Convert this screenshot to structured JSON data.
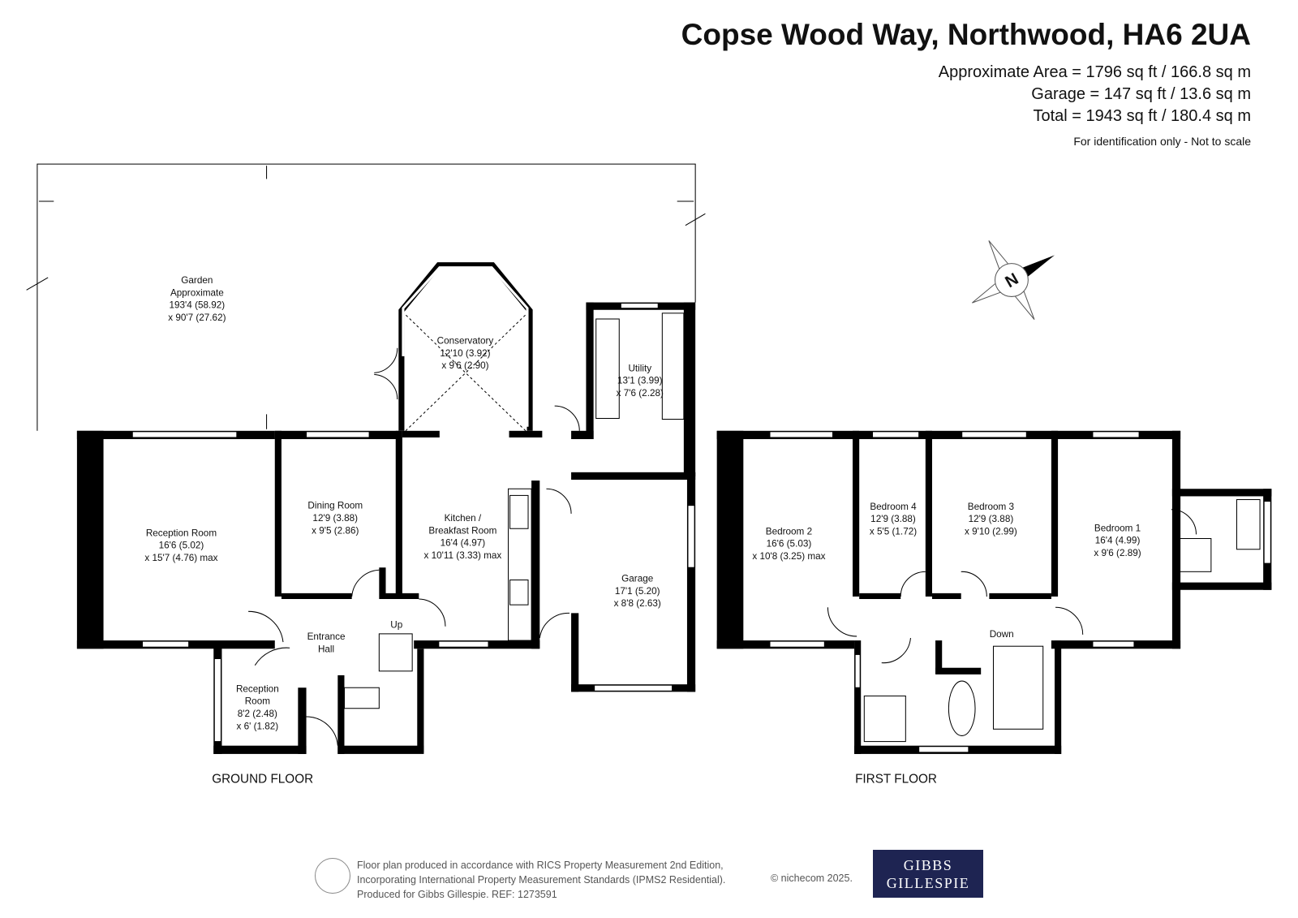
{
  "header": {
    "title": "Copse Wood Way, Northwood, HA6 2UA",
    "areas": [
      "Approximate Area = 1796 sq ft / 166.8 sq m",
      "Garage = 147 sq ft / 13.6 sq m",
      "Total = 1943 sq ft / 180.4 sq m"
    ],
    "note": "For identification only - Not to scale"
  },
  "compass": {
    "label": "N"
  },
  "ground_floor": {
    "label": "GROUND FLOOR",
    "rooms": {
      "garden": [
        "Garden",
        "Approximate",
        "193'4 (58.92)",
        "x 90'7 (27.62)"
      ],
      "conservatory": [
        "Conservatory",
        "12'10 (3.92)",
        "x 9'6 (2.90)"
      ],
      "utility": [
        "Utility",
        "13'1 (3.99)",
        "x 7'6 (2.28)"
      ],
      "reception": [
        "Reception Room",
        "16'6 (5.02)",
        "x 15'7 (4.76) max"
      ],
      "dining": [
        "Dining  Room",
        "12'9 (3.88)",
        "x 9'5 (2.86)"
      ],
      "kitchen": [
        "Kitchen /",
        "Breakfast Room",
        "16'4 (4.97)",
        "x 10'11 (3.33) max"
      ],
      "garage": [
        "Garage",
        "17'1 (5.20)",
        "x 8'8 (2.63)"
      ],
      "hall": [
        "Entrance",
        "Hall"
      ],
      "up": "Up",
      "reception2": [
        "Reception",
        "Room",
        "8'2 (2.48)",
        "x 6' (1.82)"
      ]
    }
  },
  "first_floor": {
    "label": "FIRST FLOOR",
    "rooms": {
      "bedroom2": [
        "Bedroom 2",
        "16'6 (5.03)",
        "x 10'8 (3.25) max"
      ],
      "bedroom4": [
        "Bedroom 4",
        "12'9 (3.88)",
        "x 5'5 (1.72)"
      ],
      "bedroom3": [
        "Bedroom 3",
        "12'9 (3.88)",
        "x 9'10 (2.99)"
      ],
      "bedroom1": [
        "Bedroom 1",
        "16'4 (4.99)",
        "x 9'6 (2.89)"
      ],
      "down": "Down"
    }
  },
  "footer": {
    "lines": [
      "Floor plan produced in accordance with RICS Property Measurement 2nd Edition,",
      "Incorporating International Property Measurement Standards (IPMS2 Residential).",
      "Produced for Gibbs Gillespie.   REF:  1273591"
    ],
    "copyright": "© nichecom 2025.",
    "logo": [
      "GIBBS",
      "GILLESPIE"
    ]
  }
}
